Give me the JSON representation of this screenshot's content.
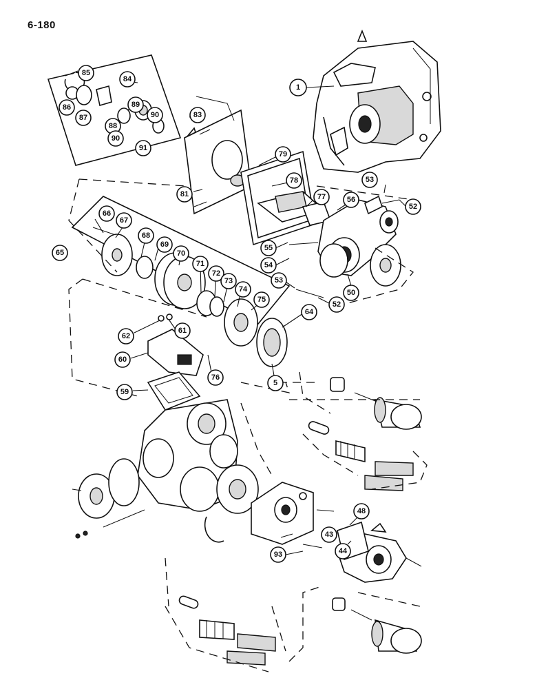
{
  "page": {
    "number": "6-180"
  },
  "callouts": [
    {
      "id": "1",
      "label": "1"
    },
    {
      "id": "5",
      "label": "5"
    },
    {
      "id": "43",
      "label": "43"
    },
    {
      "id": "44",
      "label": "44"
    },
    {
      "id": "48",
      "label": "48"
    },
    {
      "id": "50",
      "label": "50"
    },
    {
      "id": "52a",
      "label": "52"
    },
    {
      "id": "52b",
      "label": "52"
    },
    {
      "id": "53a",
      "label": "53"
    },
    {
      "id": "53b",
      "label": "53"
    },
    {
      "id": "54",
      "label": "54"
    },
    {
      "id": "55",
      "label": "55"
    },
    {
      "id": "56",
      "label": "56"
    },
    {
      "id": "59",
      "label": "59"
    },
    {
      "id": "60",
      "label": "60"
    },
    {
      "id": "61",
      "label": "61"
    },
    {
      "id": "62",
      "label": "62"
    },
    {
      "id": "64",
      "label": "64"
    },
    {
      "id": "65",
      "label": "65"
    },
    {
      "id": "66",
      "label": "66"
    },
    {
      "id": "67",
      "label": "67"
    },
    {
      "id": "68",
      "label": "68"
    },
    {
      "id": "69",
      "label": "69"
    },
    {
      "id": "70",
      "label": "70"
    },
    {
      "id": "71",
      "label": "71"
    },
    {
      "id": "72",
      "label": "72"
    },
    {
      "id": "73",
      "label": "73"
    },
    {
      "id": "74",
      "label": "74"
    },
    {
      "id": "75",
      "label": "75"
    },
    {
      "id": "76",
      "label": "76"
    },
    {
      "id": "77",
      "label": "77"
    },
    {
      "id": "78",
      "label": "78"
    },
    {
      "id": "79",
      "label": "79"
    },
    {
      "id": "81",
      "label": "81"
    },
    {
      "id": "83",
      "label": "83"
    },
    {
      "id": "84",
      "label": "84"
    },
    {
      "id": "85",
      "label": "85"
    },
    {
      "id": "86",
      "label": "86"
    },
    {
      "id": "87",
      "label": "87"
    },
    {
      "id": "88",
      "label": "88"
    },
    {
      "id": "89",
      "label": "89"
    },
    {
      "id": "90a",
      "label": "90"
    },
    {
      "id": "90b",
      "label": "90"
    },
    {
      "id": "91",
      "label": "91"
    },
    {
      "id": "93",
      "label": "93"
    }
  ]
}
